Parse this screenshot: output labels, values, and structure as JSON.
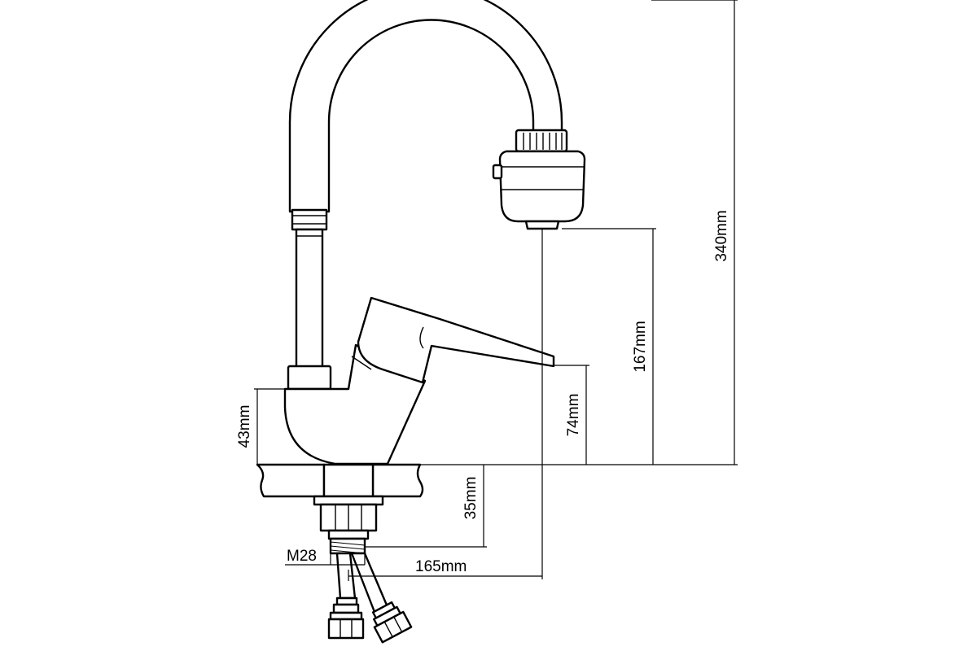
{
  "dimensions": {
    "total_height": "340mm",
    "spout_height": "167mm",
    "lever_height": "74mm",
    "body_height": "43mm",
    "shank_length": "35mm",
    "thread": "M28",
    "reach": "165mm"
  }
}
